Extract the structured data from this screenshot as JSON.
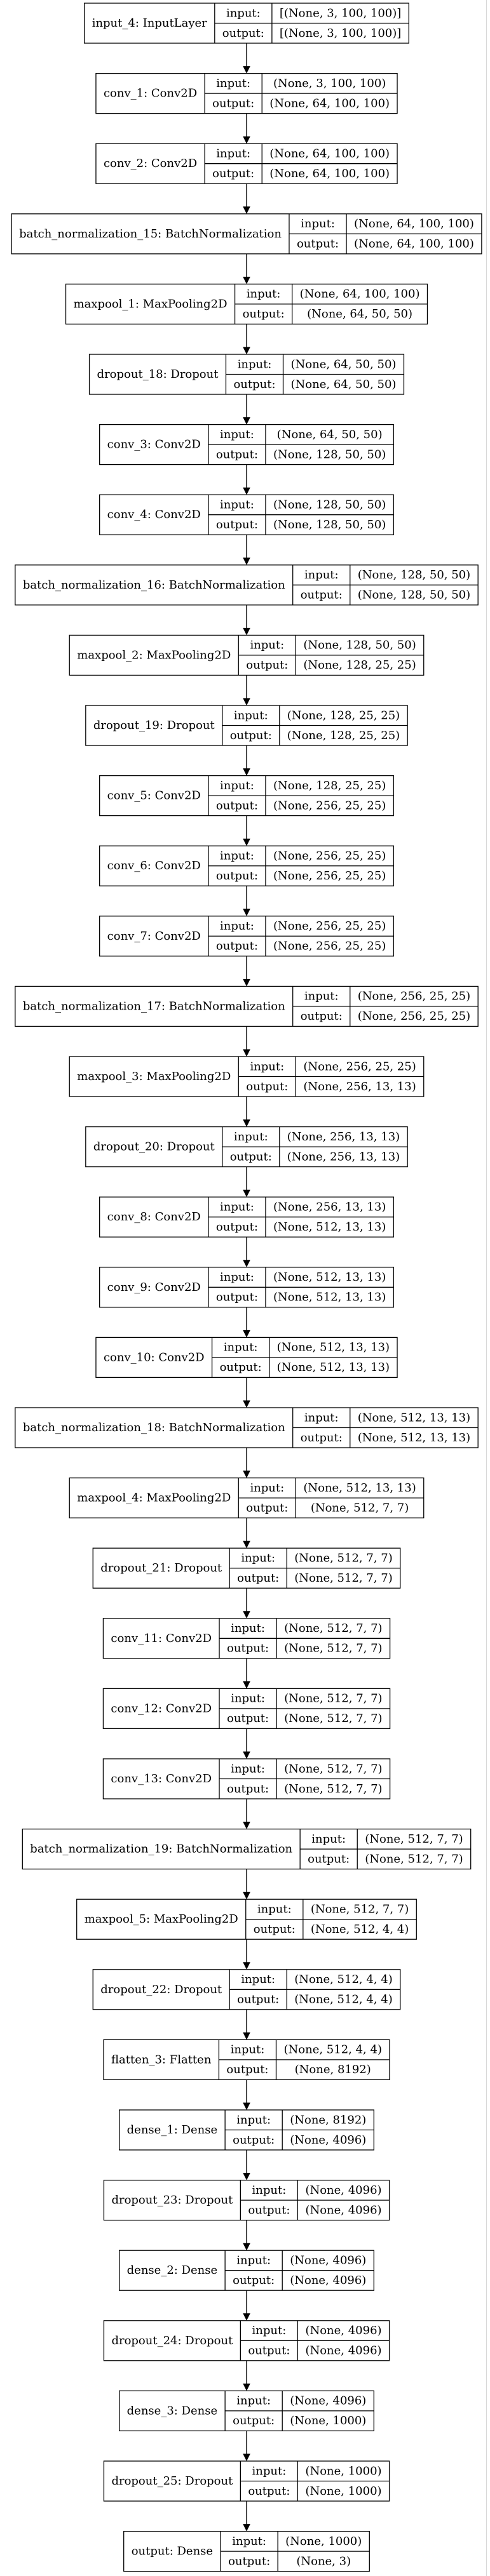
{
  "title": "",
  "io_labels": {
    "input": "input:",
    "output": "output:"
  },
  "layers": [
    {
      "name": "input_4: InputLayer",
      "input": "[(None, 3, 100, 100)]",
      "output": "[(None, 3, 100, 100)]"
    },
    {
      "name": "conv_1: Conv2D",
      "input": "(None, 3, 100, 100)",
      "output": "(None, 64, 100, 100)"
    },
    {
      "name": "conv_2: Conv2D",
      "input": "(None, 64, 100, 100)",
      "output": "(None, 64, 100, 100)"
    },
    {
      "name": "batch_normalization_15: BatchNormalization",
      "input": "(None, 64, 100, 100)",
      "output": "(None, 64, 100, 100)"
    },
    {
      "name": "maxpool_1: MaxPooling2D",
      "input": "(None, 64, 100, 100)",
      "output": "(None, 64, 50, 50)"
    },
    {
      "name": "dropout_18: Dropout",
      "input": "(None, 64, 50, 50)",
      "output": "(None, 64, 50, 50)"
    },
    {
      "name": "conv_3: Conv2D",
      "input": "(None, 64, 50, 50)",
      "output": "(None, 128, 50, 50)"
    },
    {
      "name": "conv_4: Conv2D",
      "input": "(None, 128, 50, 50)",
      "output": "(None, 128, 50, 50)"
    },
    {
      "name": "batch_normalization_16: BatchNormalization",
      "input": "(None, 128, 50, 50)",
      "output": "(None, 128, 50, 50)"
    },
    {
      "name": "maxpool_2: MaxPooling2D",
      "input": "(None, 128, 50, 50)",
      "output": "(None, 128, 25, 25)"
    },
    {
      "name": "dropout_19: Dropout",
      "input": "(None, 128, 25, 25)",
      "output": "(None, 128, 25, 25)"
    },
    {
      "name": "conv_5: Conv2D",
      "input": "(None, 128, 25, 25)",
      "output": "(None, 256, 25, 25)"
    },
    {
      "name": "conv_6: Conv2D",
      "input": "(None, 256, 25, 25)",
      "output": "(None, 256, 25, 25)"
    },
    {
      "name": "conv_7: Conv2D",
      "input": "(None, 256, 25, 25)",
      "output": "(None, 256, 25, 25)"
    },
    {
      "name": "batch_normalization_17: BatchNormalization",
      "input": "(None, 256, 25, 25)",
      "output": "(None, 256, 25, 25)"
    },
    {
      "name": "maxpool_3: MaxPooling2D",
      "input": "(None, 256, 25, 25)",
      "output": "(None, 256, 13, 13)"
    },
    {
      "name": "dropout_20: Dropout",
      "input": "(None, 256, 13, 13)",
      "output": "(None, 256, 13, 13)"
    },
    {
      "name": "conv_8: Conv2D",
      "input": "(None, 256, 13, 13)",
      "output": "(None, 512, 13, 13)"
    },
    {
      "name": "conv_9: Conv2D",
      "input": "(None, 512, 13, 13)",
      "output": "(None, 512, 13, 13)"
    },
    {
      "name": "conv_10: Conv2D",
      "input": "(None, 512, 13, 13)",
      "output": "(None, 512, 13, 13)"
    },
    {
      "name": "batch_normalization_18: BatchNormalization",
      "input": "(None, 512, 13, 13)",
      "output": "(None, 512, 13, 13)"
    },
    {
      "name": "maxpool_4: MaxPooling2D",
      "input": "(None, 512, 13, 13)",
      "output": "(None, 512, 7, 7)"
    },
    {
      "name": "dropout_21: Dropout",
      "input": "(None, 512, 7, 7)",
      "output": "(None, 512, 7, 7)"
    },
    {
      "name": "conv_11: Conv2D",
      "input": "(None, 512, 7, 7)",
      "output": "(None, 512, 7, 7)"
    },
    {
      "name": "conv_12: Conv2D",
      "input": "(None, 512, 7, 7)",
      "output": "(None, 512, 7, 7)"
    },
    {
      "name": "conv_13: Conv2D",
      "input": "(None, 512, 7, 7)",
      "output": "(None, 512, 7, 7)"
    },
    {
      "name": "batch_normalization_19: BatchNormalization",
      "input": "(None, 512, 7, 7)",
      "output": "(None, 512, 7, 7)"
    },
    {
      "name": "maxpool_5: MaxPooling2D",
      "input": "(None, 512, 7, 7)",
      "output": "(None, 512, 4, 4)"
    },
    {
      "name": "dropout_22: Dropout",
      "input": "(None, 512, 4, 4)",
      "output": "(None, 512, 4, 4)"
    },
    {
      "name": "flatten_3: Flatten",
      "input": "(None, 512, 4, 4)",
      "output": "(None, 8192)"
    },
    {
      "name": "dense_1: Dense",
      "input": "(None, 8192)",
      "output": "(None, 4096)"
    },
    {
      "name": "dropout_23: Dropout",
      "input": "(None, 4096)",
      "output": "(None, 4096)"
    },
    {
      "name": "dense_2: Dense",
      "input": "(None, 4096)",
      "output": "(None, 4096)"
    },
    {
      "name": "dropout_24: Dropout",
      "input": "(None, 4096)",
      "output": "(None, 4096)"
    },
    {
      "name": "dense_3: Dense",
      "input": "(None, 4096)",
      "output": "(None, 1000)"
    },
    {
      "name": "dropout_25: Dropout",
      "input": "(None, 1000)",
      "output": "(None, 1000)"
    },
    {
      "name": "output: Dense",
      "input": "(None, 1000)",
      "output": "(None, 3)"
    }
  ]
}
